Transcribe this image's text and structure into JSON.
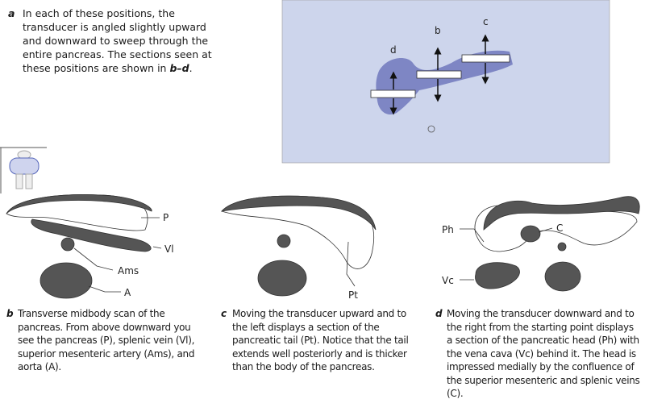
{
  "caption_a": {
    "letter": "a",
    "text": "In each of these positions, the transducer is angled slightly upward and downward to sweep through the entire pancreas. The sections seen at these positions are shown in ",
    "ref": "b–d",
    "end": "."
  },
  "panel_a": {
    "labels": {
      "b": "b",
      "c": "c",
      "d": "d"
    },
    "background": "#cdd5ec",
    "organ_color": "#7e86c4"
  },
  "diagram_b": {
    "labels": {
      "p": "P",
      "vl": "Vl",
      "ams": "Ams",
      "a": "A"
    }
  },
  "diagram_c": {
    "labels": {
      "pt": "Pt"
    }
  },
  "diagram_d": {
    "labels": {
      "ph": "Ph",
      "c": "C",
      "vc": "Vc"
    }
  },
  "caption_b": {
    "letter": "b",
    "text": "Transverse midbody scan of the pancreas. From above downward you see the pancreas (P), splenic vein (Vl), superior mesenteric artery (Ams), and aorta (A)."
  },
  "caption_c": {
    "letter": "c",
    "text": "Moving the transducer upward and to the left displays a section of the pancreatic tail (Pt). Notice that the tail extends well posteriorly and is thicker than the body of the pancreas."
  },
  "caption_d": {
    "letter": "d",
    "text": "Moving the transducer downward and to the right from the starting point displays a section of the pancreatic head (Ph) with the vena cava (Vc) behind it. The head is impressed medially by the confluence of the superior mesenteric and splenic veins (C)."
  }
}
